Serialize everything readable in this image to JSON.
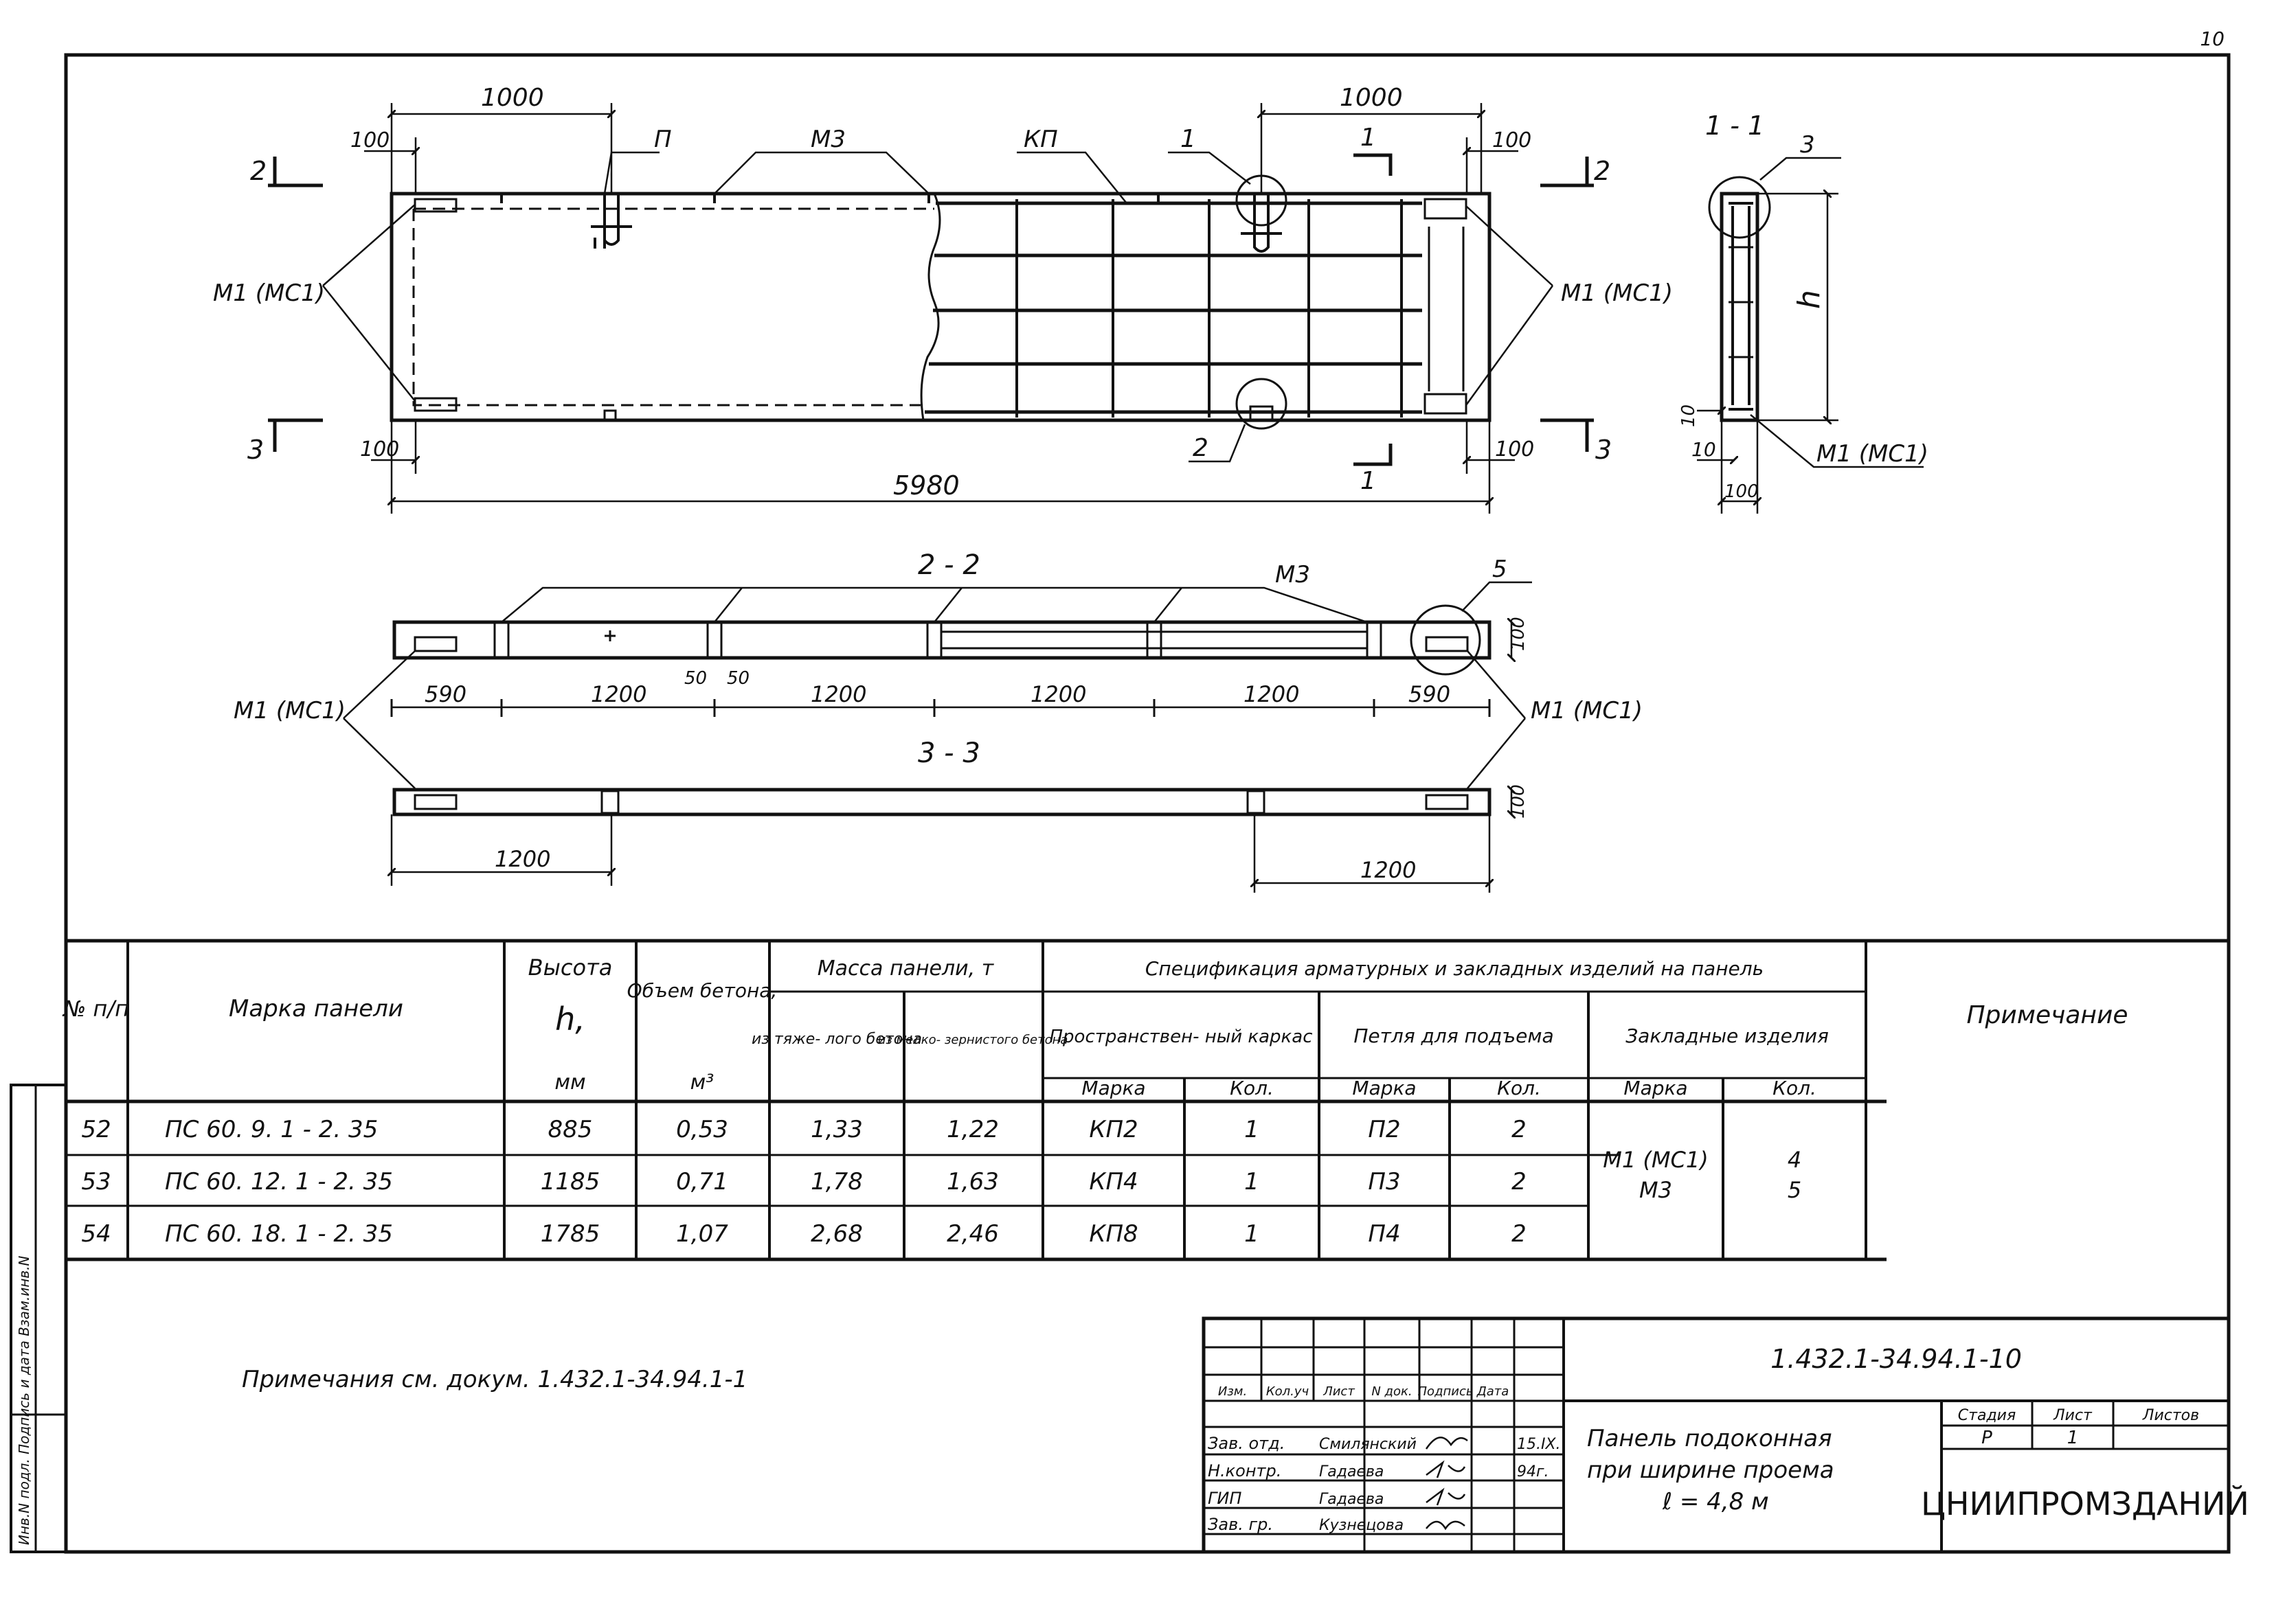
{
  "page_number": "10",
  "drawing": {
    "plan": {
      "dim_top_left": "1000",
      "dim_top_right": "1000",
      "dim_100_tl": "100",
      "dim_100_tr": "100",
      "dim_100_bl": "100",
      "dim_100_br": "100",
      "dim_length": "5980",
      "label_p": "П",
      "label_m3": "М3",
      "label_kp": "КП",
      "callout_1": "1",
      "callout_2": "2",
      "m1_left": "М1 (МС1)",
      "m1_right": "М1 (МС1)",
      "sec2_left": "2",
      "sec2_right": "2",
      "sec3_left": "3",
      "sec3_right": "3",
      "sec1_top": "1",
      "sec1_bottom": "1"
    },
    "section_1": {
      "title": "1 - 1",
      "callout_3": "3",
      "h": "h",
      "dim_10_a": "10",
      "dim_10_b": "10",
      "dim_100": "100",
      "m1": "М1 (МС1)"
    },
    "section_2": {
      "title": "2 - 2",
      "m3": "М3",
      "callout_5": "5",
      "dim_100": "100",
      "dims": [
        "590",
        "1200",
        "50",
        "50",
        "1200",
        "1200",
        "1200",
        "590"
      ],
      "m1_left": "М1 (МС1)",
      "m1_right": "М1 (МС1)"
    },
    "section_3": {
      "title": "3 - 3",
      "dim_100": "100",
      "dim_left": "1200",
      "dim_right": "1200"
    }
  },
  "table": {
    "header": {
      "no": "№ п/п",
      "mark": "Марка панели",
      "height": "Высота",
      "height_sym": "h,",
      "height_unit": "мм",
      "volume": "Объем бетона,",
      "volume_unit": "м³",
      "mass": "Масса панели, т",
      "mass_heavy": "из тяже- лого бетона",
      "mass_fine": "из мелко- зернистого бетона",
      "spec": "Спецификация арматурных и закладных изделий на панель",
      "frame": "Пространствен- ный каркас",
      "loop": "Петля для подъема",
      "embedded": "Закладные изделия",
      "mark_col": "Марка",
      "qty_col": "Кол.",
      "note": "Примечание"
    },
    "rows": [
      {
        "no": "52",
        "mark": "ПС 60. 9. 1 - 2. 35",
        "h": "885",
        "vol": "0,53",
        "heavy": "1,33",
        "fine": "1,22",
        "frame_mark": "КП2",
        "frame_qty": "1",
        "loop_mark": "П2",
        "loop_qty": "2"
      },
      {
        "no": "53",
        "mark": "ПС 60. 12. 1 - 2. 35",
        "h": "1185",
        "vol": "0,71",
        "heavy": "1,78",
        "fine": "1,63",
        "frame_mark": "КП4",
        "frame_qty": "1",
        "loop_mark": "П3",
        "loop_qty": "2"
      },
      {
        "no": "54",
        "mark": "ПС 60. 18. 1 - 2. 35",
        "h": "1785",
        "vol": "1,07",
        "heavy": "2,68",
        "fine": "2,46",
        "frame_mark": "КП8",
        "frame_qty": "1",
        "loop_mark": "П4",
        "loop_qty": "2"
      }
    ],
    "embedded_marks": [
      "М1 (МС1)",
      "М3"
    ],
    "embedded_qty": [
      "4",
      "5"
    ]
  },
  "note_text": "Примечания см. докум. 1.432.1-34.94.1-1",
  "side_stamp": "Инв.N подл. Подпись и дата Взам.инв.N",
  "title_block": {
    "doc_code": "1.432.1-34.94.1-10",
    "header_cells": [
      "Изм.",
      "Кол.уч",
      "Лист",
      "N док.",
      "Подпись",
      "Дата"
    ],
    "people": [
      {
        "role": "Зав. отд.",
        "name": "Смилянский",
        "date": "15.IX."
      },
      {
        "role": "Н.контр.",
        "name": "Гадаева",
        "date": "94г."
      },
      {
        "role": "ГИП",
        "name": "Гадаева",
        "date": ""
      },
      {
        "role": "Зав. гр.",
        "name": "Кузнецова",
        "date": ""
      }
    ],
    "title_lines": [
      "Панель подоконная",
      "при ширине проема",
      "ℓ = 4,8 м"
    ],
    "stage_label": "Стадия",
    "sheet_label": "Лист",
    "sheets_label": "Листов",
    "stage": "Р",
    "sheet": "1",
    "organization": "ЦНИИПРОМЗДАНИЙ"
  }
}
